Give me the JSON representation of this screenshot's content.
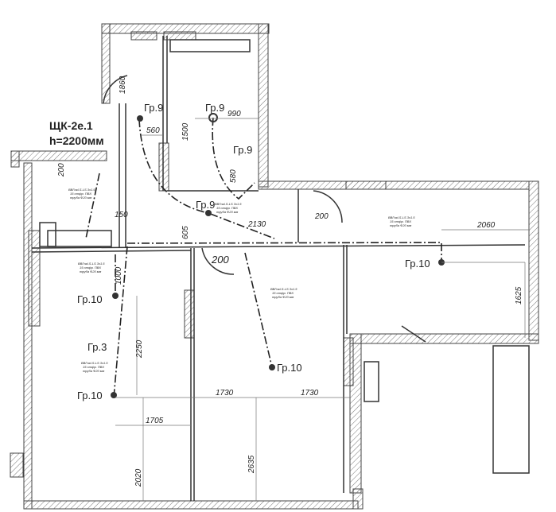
{
  "panel": {
    "name": "ЩК-2е.1",
    "height": "h=2200мм"
  },
  "groups": {
    "g9": "Гр.9",
    "g10": "Гр.10",
    "g3": "Гр.3"
  },
  "cable": {
    "line1": "ВВГнгLS-LS 3х1.5",
    "line2": "15 отфр. ПВХ",
    "line3": "труба Ф20 мм"
  },
  "dims": {
    "d1860": "1860",
    "d560": "560",
    "d990": "990",
    "d1500": "1500",
    "d580": "580",
    "d200a": "200",
    "d150": "150",
    "d605": "605",
    "d2130": "2130",
    "d200b": "200",
    "d200c": "200",
    "d2060": "2060",
    "d1625": "1625",
    "d1000": "1000",
    "d2250": "2250",
    "d1705": "1705",
    "d1730a": "1730",
    "d1730b": "1730",
    "d2020": "2020",
    "d2635": "2635"
  },
  "colors": {
    "wall": "#555555",
    "line": "#333333"
  }
}
